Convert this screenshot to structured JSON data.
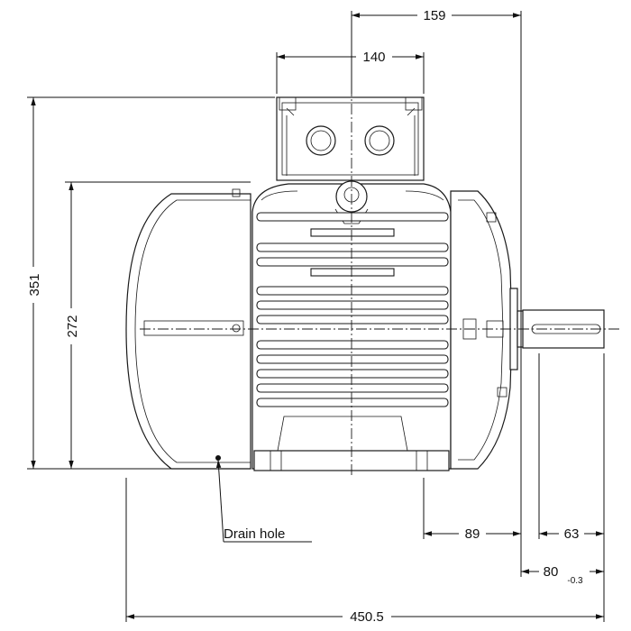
{
  "dimensions": {
    "top_159": "159",
    "top_140": "140",
    "height_351": "351",
    "height_272": "272",
    "dim_89": "89",
    "dim_63": "63",
    "dim_80": "80",
    "dim_80_tol": "-0.3",
    "overall_length": "450.5"
  },
  "labels": {
    "drain_hole": "Drain hole"
  }
}
